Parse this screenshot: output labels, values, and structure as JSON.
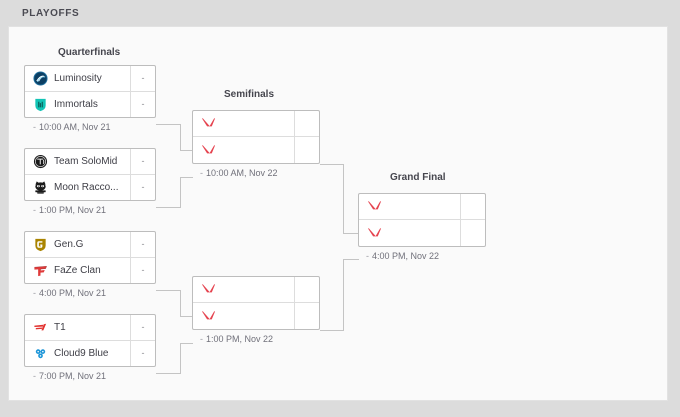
{
  "page": {
    "title": "PLAYOFFS"
  },
  "rounds": [
    {
      "name": "quarterfinals",
      "label": "Quarterfinals"
    },
    {
      "name": "semifinals",
      "label": "Semifinals"
    },
    {
      "name": "grand-final",
      "label": "Grand Final"
    }
  ],
  "placeholder_score": "-",
  "time_dash": "-",
  "colors": {
    "page_background": "#dcdcdc",
    "panel_background": "#fafafa",
    "box_border": "#bdbdbd",
    "connector": "#c4c4c4",
    "valorant_red": "#e5434f",
    "team_text": "#3e3e46",
    "time_text": "#70707a"
  },
  "matches": {
    "qf1": {
      "time": "10:00 AM, Nov 21",
      "teams": [
        {
          "name": "Luminosity",
          "score": "-",
          "logo": "luminosity-logo"
        },
        {
          "name": "Immortals",
          "score": "-",
          "logo": "immortals-logo"
        }
      ]
    },
    "qf2": {
      "time": "1:00 PM, Nov 21",
      "teams": [
        {
          "name": "Team SoloMid",
          "score": "-",
          "logo": "team-solomid-logo"
        },
        {
          "name": "Moon Racco...",
          "score": "-",
          "logo": "moon-raccoons-logo"
        }
      ]
    },
    "qf3": {
      "time": "4:00 PM, Nov 21",
      "teams": [
        {
          "name": "Gen.G",
          "score": "-",
          "logo": "geng-logo"
        },
        {
          "name": "FaZe Clan",
          "score": "-",
          "logo": "faze-clan-logo"
        }
      ]
    },
    "qf4": {
      "time": "7:00 PM, Nov 21",
      "teams": [
        {
          "name": "T1",
          "score": "-",
          "logo": "t1-logo"
        },
        {
          "name": "Cloud9 Blue",
          "score": "-",
          "logo": "cloud9-logo"
        }
      ]
    },
    "sf1": {
      "time": "10:00 AM, Nov 22",
      "teams": [
        {
          "name": "",
          "score": "",
          "logo": "valorant-placeholder-logo"
        },
        {
          "name": "",
          "score": "",
          "logo": "valorant-placeholder-logo"
        }
      ]
    },
    "sf2": {
      "time": "1:00 PM, Nov 22",
      "teams": [
        {
          "name": "",
          "score": "",
          "logo": "valorant-placeholder-logo"
        },
        {
          "name": "",
          "score": "",
          "logo": "valorant-placeholder-logo"
        }
      ]
    },
    "gf": {
      "time": "4:00 PM, Nov 22",
      "teams": [
        {
          "name": "",
          "score": "",
          "logo": "valorant-placeholder-logo"
        },
        {
          "name": "",
          "score": "",
          "logo": "valorant-placeholder-logo"
        }
      ]
    }
  }
}
